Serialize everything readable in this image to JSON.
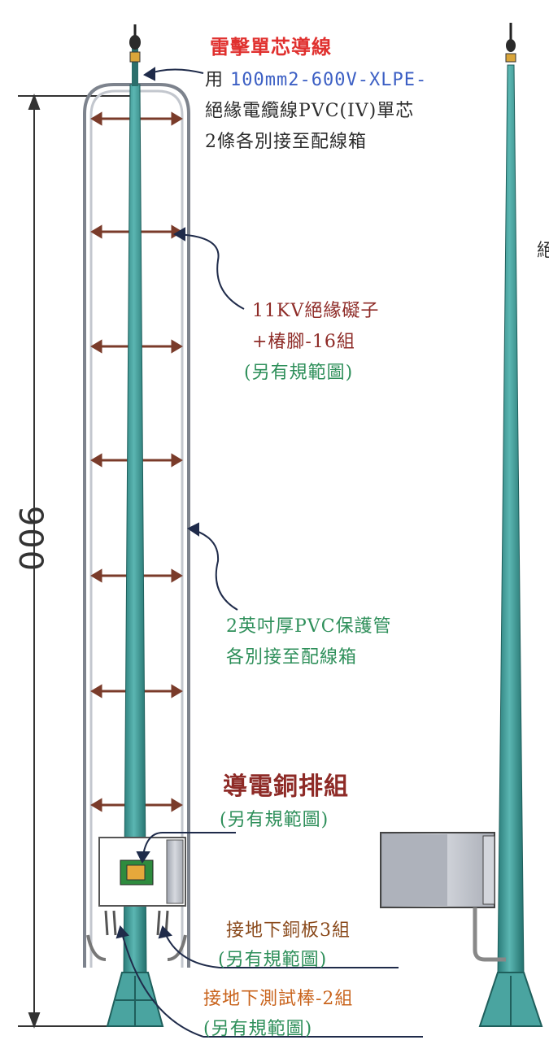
{
  "dimension": {
    "value": "900"
  },
  "labels": {
    "lightning_title": "雷擊單芯導線",
    "lightning_line1_prefix": "用",
    "lightning_line1_spec": "100mm2-600V-XLPE-",
    "lightning_line2": "絕緣電纜線PVC(IV)單芯",
    "lightning_line3": "2條各別接至配線箱",
    "insulator_line1": "11KV絕緣礙子",
    "insulator_line2": "+椿腳-16組",
    "insulator_line3": "(另有規範圖)",
    "pvc_line1": "2英吋厚PVC保護管",
    "pvc_line2": "各別接至配線箱",
    "busbar_title": "導電銅排組",
    "busbar_sub": "(另有規範圖)",
    "copper_title": "接地下銅板3組",
    "copper_sub": "(另有規範圖)",
    "rod_title": "接地下測試棒-2組",
    "rod_sub": "(另有規範圖)",
    "right_partial": "絕"
  },
  "colors": {
    "pole": "#3f9b98",
    "pole_dark": "#25706d",
    "frame": "#8a8f9a",
    "box": "#c9ccd4",
    "base": "#4aa4a0"
  },
  "icons": [
    "lightning-rod-icon",
    "insulator-icon",
    "grounding-box-icon"
  ]
}
